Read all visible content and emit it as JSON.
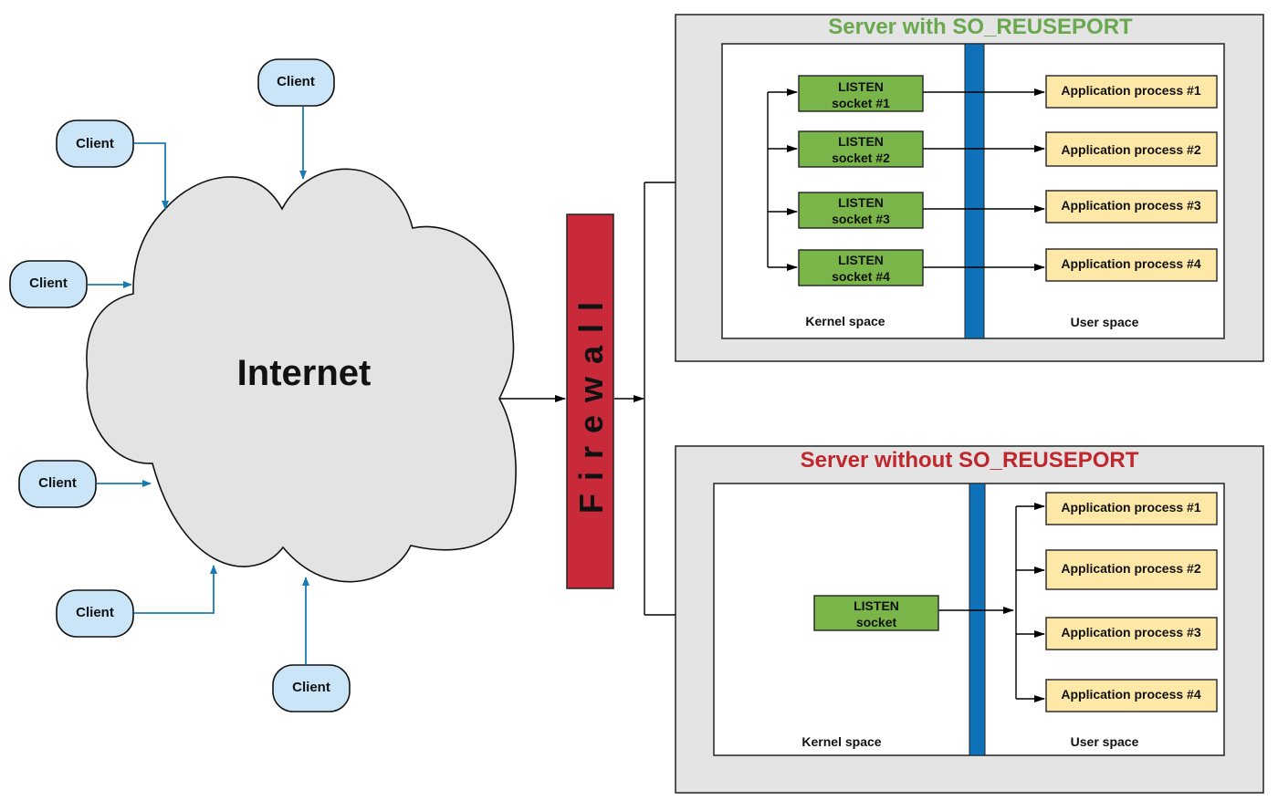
{
  "diagram": {
    "internet": {
      "label": "Internet"
    },
    "clients": [
      {
        "label": "Client"
      },
      {
        "label": "Client"
      },
      {
        "label": "Client"
      },
      {
        "label": "Client"
      },
      {
        "label": "Client"
      },
      {
        "label": "Client"
      }
    ],
    "firewall": {
      "label": "Firewall"
    },
    "server_reuseport": {
      "title": "Server with SO_REUSEPORT",
      "title_color": "#6aa84f",
      "kernel_label": "Kernel space",
      "user_label": "User space",
      "sockets": [
        {
          "line1": "LISTEN",
          "line2": "socket #1"
        },
        {
          "line1": "LISTEN",
          "line2": "socket #2"
        },
        {
          "line1": "LISTEN",
          "line2": "socket #3"
        },
        {
          "line1": "LISTEN",
          "line2": "socket #4"
        }
      ],
      "processes": [
        {
          "label": "Application process #1"
        },
        {
          "label": "Application process #2"
        },
        {
          "label": "Application process #3"
        },
        {
          "label": "Application process #4"
        }
      ]
    },
    "server_no_reuseport": {
      "title": "Server without SO_REUSEPORT",
      "title_color": "#c0272d",
      "kernel_label": "Kernel space",
      "user_label": "User space",
      "socket": {
        "line1": "LISTEN",
        "line2": "socket"
      },
      "processes": [
        {
          "label": "Application process #1"
        },
        {
          "label": "Application process #2"
        },
        {
          "label": "Application process #3"
        },
        {
          "label": "Application process #4"
        }
      ]
    },
    "colors": {
      "client_fill": "#c9e5f7",
      "client_arrow": "#1a7ab5",
      "cloud_fill": "#e3e3e3",
      "firewall_fill": "#c92a3a",
      "socket_fill": "#79b548",
      "process_fill": "#fde8a8",
      "boundary_bar": "#0f72b8",
      "server_bg": "#e4e4e4"
    }
  }
}
